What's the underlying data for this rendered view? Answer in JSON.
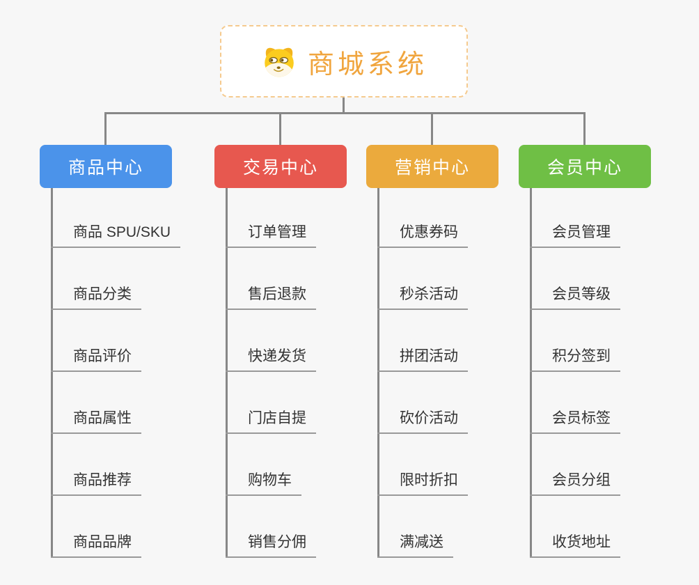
{
  "root": {
    "title": "商城系统",
    "icon": "doge-icon"
  },
  "branches": [
    {
      "label": "商品中心",
      "color": "#4b93ea",
      "children": [
        "商品 SPU/SKU",
        "商品分类",
        "商品评价",
        "商品属性",
        "商品推荐",
        "商品品牌"
      ]
    },
    {
      "label": "交易中心",
      "color": "#e7584f",
      "children": [
        "订单管理",
        "售后退款",
        "快递发货",
        "门店自提",
        "购物车",
        "销售分佣"
      ]
    },
    {
      "label": "营销中心",
      "color": "#ebaa3d",
      "children": [
        "优惠券码",
        "秒杀活动",
        "拼团活动",
        "砍价活动",
        "限时折扣",
        "满减送"
      ]
    },
    {
      "label": "会员中心",
      "color": "#6fbf45",
      "children": [
        "会员管理",
        "会员等级",
        "积分签到",
        "会员标签",
        "会员分组",
        "收货地址"
      ]
    }
  ],
  "colors": {
    "background": "#f7f7f7",
    "connector": "#878787",
    "underline": "#999999",
    "child_text": "#333333",
    "root_text": "#f0a53e",
    "root_border": "#f5ca8e",
    "root_bg": "#ffffff"
  }
}
